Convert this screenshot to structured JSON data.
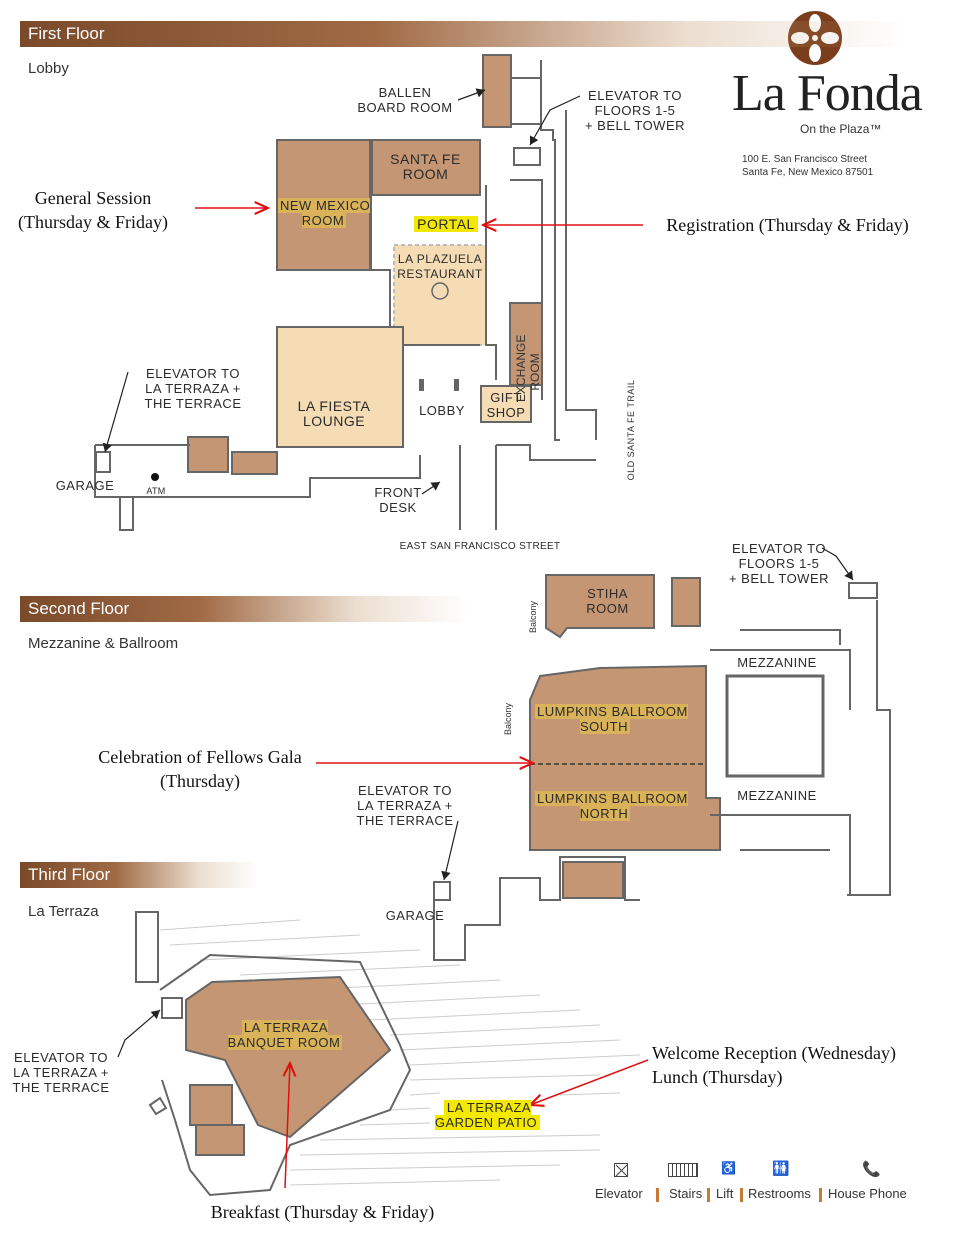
{
  "floors": {
    "first": {
      "title": "First Floor",
      "subtitle": "Lobby"
    },
    "second": {
      "title": "Second Floor",
      "subtitle": "Mezzanine & Ballroom"
    },
    "third": {
      "title": "Third Floor",
      "subtitle": "La Terraza"
    }
  },
  "brand": {
    "name": "La Fonda",
    "tagline": "On the Plaza™",
    "address_line1": "100 E. San Francisco Street",
    "address_line2": "Santa Fe, New Mexico 87501"
  },
  "first_floor_labels": {
    "ballen": "BALLEN\nBOARD ROOM",
    "elevator_bell": "ELEVATOR TO\nFLOORS 1-5\n+ BELL TOWER",
    "santa_fe": "SANTA FE\nROOM",
    "new_mexico": "NEW MEXICO\nROOM",
    "portal": "PORTAL",
    "plazuela": "LA PLAZUELA\nRESTAURANT",
    "exchange": "EXCHANGE\nROOM",
    "elevator_terraza": "ELEVATOR TO\nLA TERRAZA +\nTHE TERRACE",
    "fiesta": "LA FIESTA\nLOUNGE",
    "lobby": "LOBBY",
    "gift": "GIFT\nSHOP",
    "garage": "GARAGE",
    "atm": "ATM",
    "front_desk": "FRONT\nDESK",
    "street": "EAST SAN FRANCISCO STREET",
    "trail": "OLD SANTA FE TRAIL"
  },
  "second_floor_labels": {
    "elevator_bell": "ELEVATOR TO\nFLOORS 1-5\n+ BELL TOWER",
    "stiha": "STIHA\nROOM",
    "balcony1": "Balcony",
    "balcony2": "Balcony",
    "mezzanine1": "MEZZANINE",
    "mezzanine2": "MEZZANINE",
    "ballroom_south": "LUMPKINS BALLROOM\nSOUTH",
    "ballroom_north": "LUMPKINS BALLROOM\nNORTH",
    "elevator_terraza": "ELEVATOR TO\nLA TERRAZA +\nTHE TERRACE",
    "garage": "GARAGE"
  },
  "third_floor_labels": {
    "banquet": "LA TERRAZA\nBANQUET ROOM",
    "patio": "LA TERRAZA\nGARDEN PATIO",
    "elevator_terraza": "ELEVATOR TO\nLA TERRAZA +\nTHE TERRACE"
  },
  "annotations": {
    "general_session": "General Session\n(Thursday & Friday)",
    "registration": "Registration (Thursday & Friday)",
    "gala": "Celebration of Fellows Gala\n(Thursday)",
    "welcome": "Welcome Reception (Wednesday)\nLunch (Thursday)",
    "breakfast": "Breakfast (Thursday & Friday)"
  },
  "legend": {
    "elevator": "Elevator",
    "stairs": "Stairs",
    "lift": "Lift",
    "restrooms": "Restrooms",
    "house_phone": "House Phone"
  },
  "colors": {
    "room_brown": "#c49674",
    "room_tan": "#f5dcb5",
    "wall": "#666666",
    "highlight_yellow": "#f3e800",
    "highlight_gold": "#d9b25a",
    "arrow_red": "#e01010",
    "banner_brown": "#7a4a2a"
  }
}
